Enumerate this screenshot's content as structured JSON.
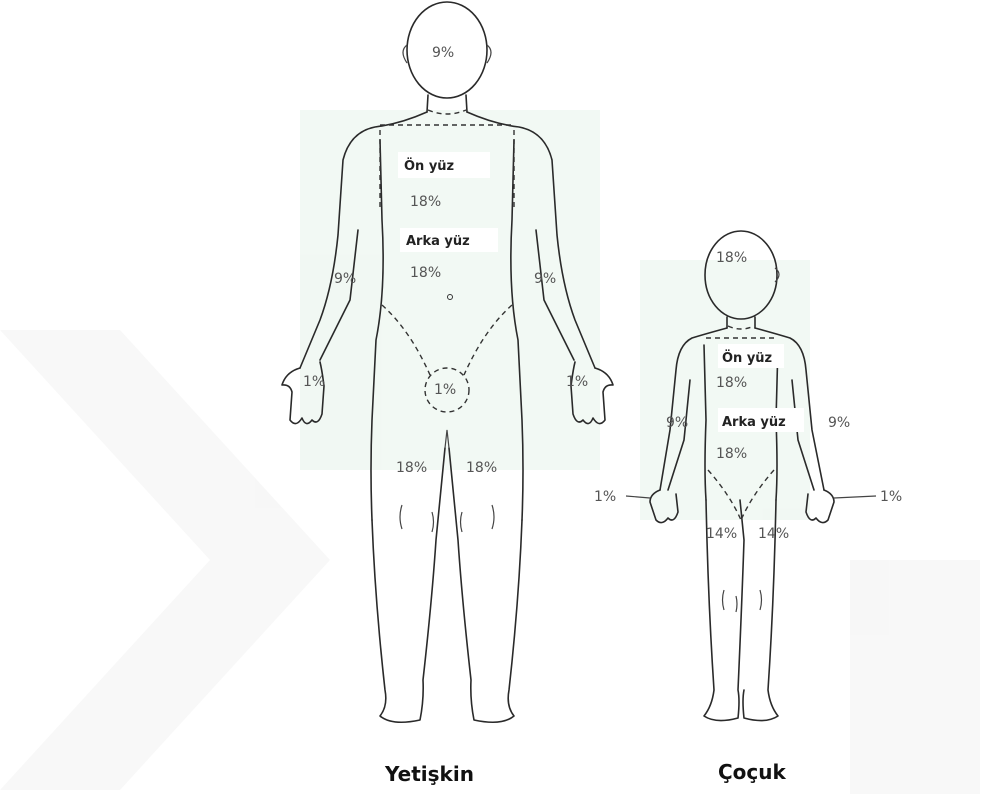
{
  "adult": {
    "head": "9%",
    "front_label": "Ön yüz",
    "front_value": "18%",
    "back_label": "Arka yüz",
    "back_value": "18%",
    "arm_left": "9%",
    "arm_right": "9%",
    "hand_left": "1%",
    "hand_right": "1%",
    "genital": "1%",
    "leg_left": "18%",
    "leg_right": "18%",
    "caption": "Yetişkin"
  },
  "child": {
    "head": "18%",
    "front_label": "Ön yüz",
    "front_value": "18%",
    "back_label": "Arka yüz",
    "back_value": "18%",
    "arm_left": "9%",
    "arm_right": "9%",
    "hand_left": "1%",
    "hand_right": "1%",
    "leg_left": "14%",
    "leg_right": "14%",
    "caption": "Çoçuk"
  }
}
